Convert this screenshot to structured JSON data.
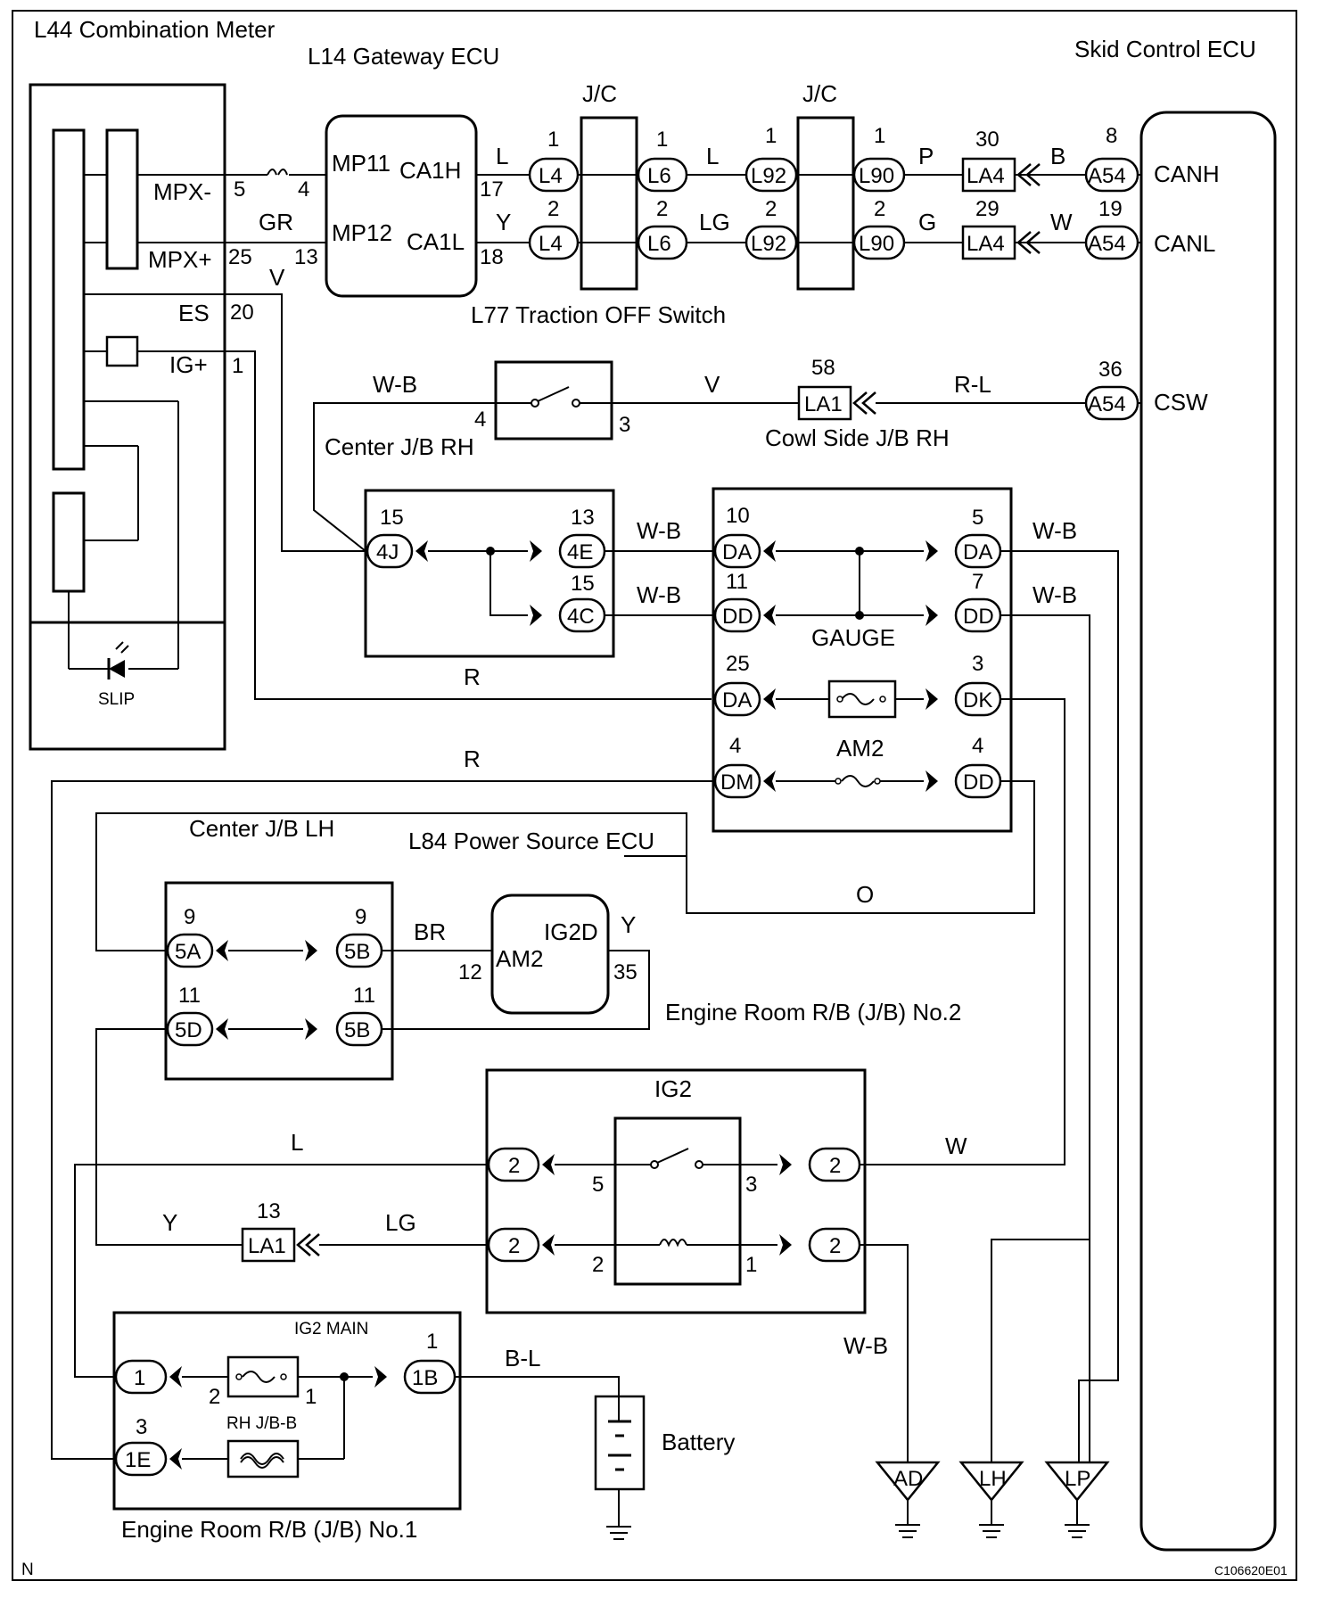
{
  "labels": {
    "combination_meter": "L44 Combination Meter",
    "gateway_ecu": "L14 Gateway ECU",
    "skid_control_ecu": "Skid Control ECU",
    "jc": "J/C",
    "traction_switch": "L77 Traction OFF Switch",
    "center_jb_rh": "Center J/B RH",
    "cowl_side_jb_rh": "Cowl Side J/B RH",
    "gauge": "GAUGE",
    "am2": "AM2",
    "center_jb_lh": "Center J/B LH",
    "power_source_ecu": "L84 Power Source ECU",
    "engine_room_rb2": "Engine Room R/B (J/B) No.2",
    "ig2": "IG2",
    "ig2_main": "IG2 MAIN",
    "rh_jbb": "RH J/B-B",
    "battery": "Battery",
    "engine_room_rb1": "Engine Room R/B (J/B) No.1",
    "slip": "SLIP",
    "corner_n": "N",
    "figure_code": "C106620E01"
  },
  "meter_pins": {
    "mpx_minus": "MPX-",
    "mpx_plus": "MPX+",
    "es": "ES",
    "ig_plus": "IG+",
    "p5": "5",
    "p25": "25",
    "p20": "20",
    "p1": "1"
  },
  "gateway_pins": {
    "mp11": "MP11",
    "mp12": "MP12",
    "ca1h": "CA1H",
    "ca1l": "CA1L",
    "p4": "4",
    "p13": "13",
    "p17": "17",
    "p18": "18"
  },
  "ecu_pins": {
    "canh": "CANH",
    "canl": "CANL",
    "csw": "CSW"
  },
  "connectors": {
    "l4": "L4",
    "l6": "L6",
    "l92": "L92",
    "l90": "L90",
    "la4": "LA4",
    "a54": "A54",
    "la1": "LA1",
    "c4j": "4J",
    "c4e": "4E",
    "c4c": "4C",
    "da": "DA",
    "dd": "DD",
    "dk": "DK",
    "dm": "DM",
    "c5a": "5A",
    "c5b": "5B",
    "c5d": "5D",
    "c2": "2",
    "c1": "1",
    "c1b": "1B",
    "c1e": "1E",
    "ad": "AD",
    "lh": "LH",
    "lp": "LP"
  },
  "pin_numbers": {
    "n1": "1",
    "n2": "2",
    "n3": "3",
    "n4": "4",
    "n5": "5",
    "n7": "7",
    "n8": "8",
    "n9": "9",
    "n10": "10",
    "n11": "11",
    "n12": "12",
    "n13": "13",
    "n15": "15",
    "n19": "19",
    "n25": "25",
    "n29": "29",
    "n30": "30",
    "n35": "35",
    "n36": "36",
    "n58": "58"
  },
  "wire_colors": {
    "L": "L",
    "Y": "Y",
    "GR": "GR",
    "V": "V",
    "LG": "LG",
    "P": "P",
    "G": "G",
    "B": "B",
    "W": "W",
    "WB": "W-B",
    "RL": "R-L",
    "R": "R",
    "O": "O",
    "BR": "BR",
    "BL": "B-L"
  },
  "ecu_inner": {
    "ig2d": "IG2D",
    "am2": "AM2"
  }
}
